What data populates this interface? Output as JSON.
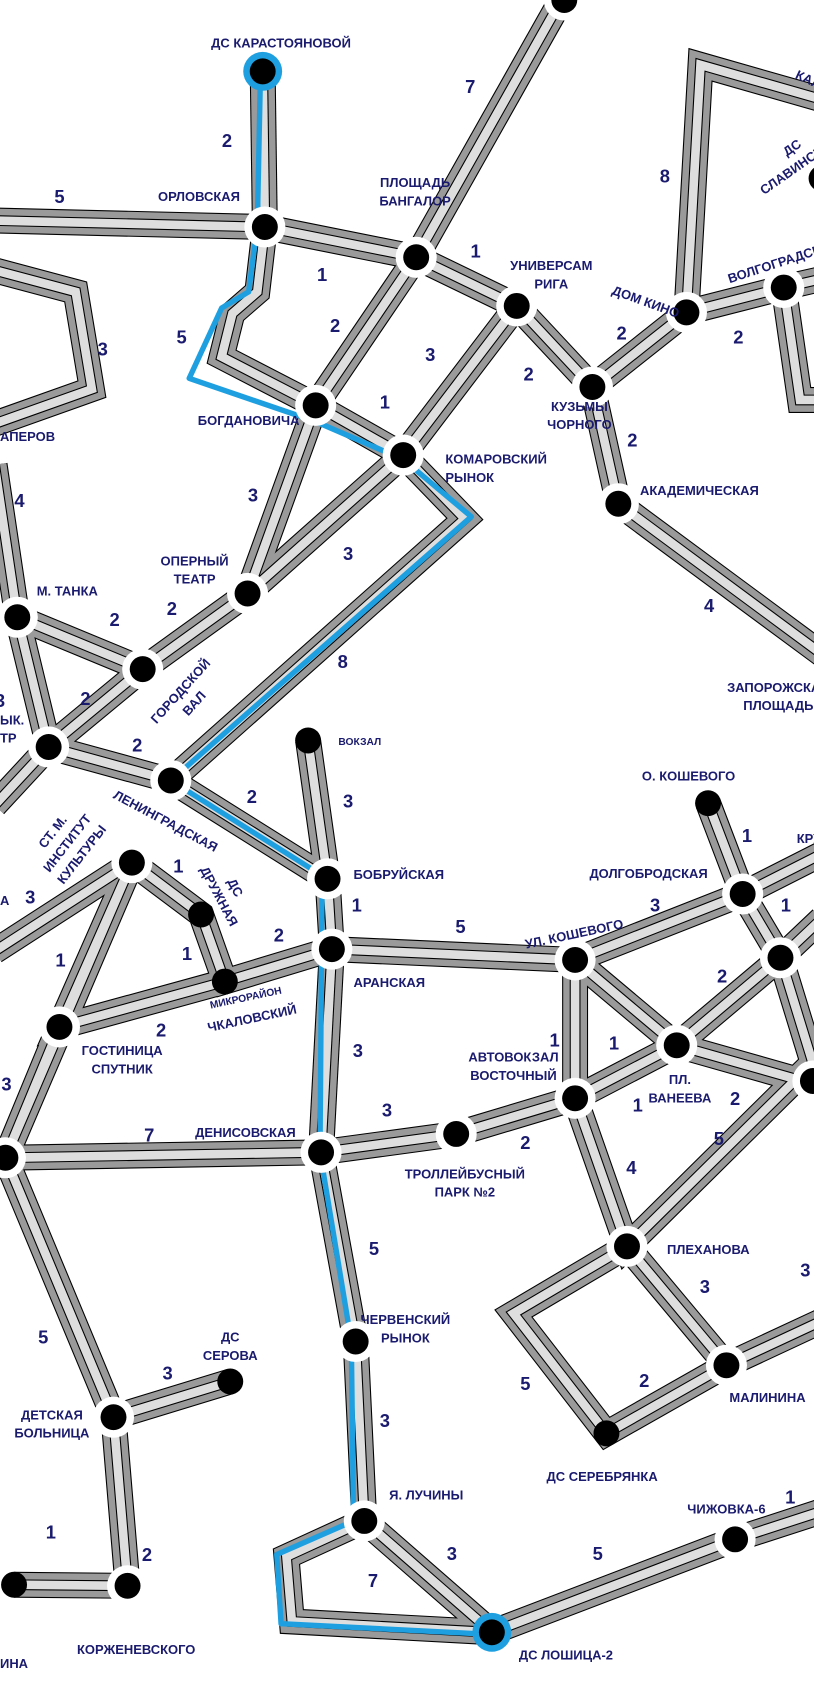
{
  "colors": {
    "route_highlight": "#1ea0e0",
    "road_outer": "#9a9a9a",
    "road_inner": "#dedede",
    "text": "#1a1a6e",
    "station": "#000000"
  },
  "stations": {
    "karastoyanovoy": [
      "ДС КАРАСТОЯНОВОЙ"
    ],
    "orlovskaya": [
      "ОРЛОВСКАЯ"
    ],
    "bangalor": [
      "ПЛОЩАДЬ",
      "БАНГАЛОР"
    ],
    "riga": [
      "УНИВЕРСАМ",
      "РИГА"
    ],
    "bogdanovicha": [
      "БОГДАНОВИЧА"
    ],
    "komarovsky": [
      "КОМАРОВСКИЙ",
      "РЫНОК"
    ],
    "chornogo": [
      "КУЗЬМЫ",
      "ЧОРНОГО"
    ],
    "akademicheskaya": [
      "АКАДЕМИЧЕСКАЯ"
    ],
    "domkino": [
      "ДОМ КИНО"
    ],
    "volgogradskaya": [
      "ВОЛГОГРАДСКАЯ"
    ],
    "slavinskogo": [
      "ДС",
      "СЛАВИНСКОГО"
    ],
    "kal": [
      "КАЛ"
    ],
    "saperov": [
      "АПЕРОВ"
    ],
    "opera": [
      "ОПЕРНЫЙ",
      "ТЕАТР"
    ],
    "tanka": [
      "М. ТАНКА"
    ],
    "gorval": [
      "ГОРОДСКОЙ",
      "ВАЛ"
    ],
    "muzteatr": [
      "ЫК.",
      "ТР"
    ],
    "leningradskaya": [
      "ЛЕНИНГРАДСКАЯ"
    ],
    "vokzal": [
      "ВОКЗАЛ"
    ],
    "bobruiskaya": [
      "БОБРУЙСКАЯ"
    ],
    "institut": [
      "СТ. М.",
      "ИНСТИТУТ",
      "КУЛЬТУРЫ"
    ],
    "druzhnaya": [
      "ДС",
      "ДРУЖНАЯ"
    ],
    "chkalovsky_top": [
      "МИКРОРАЙОН"
    ],
    "chkalovsky": [
      "ЧКАЛОВСКИЙ"
    ],
    "aranskaya": [
      "АРАНСКАЯ"
    ],
    "ulkoshevogo": [
      "УЛ. КОШЕВОГО"
    ],
    "okoshevogo": [
      "О. КОШЕВОГО"
    ],
    "dolgobrodskaya": [
      "ДОЛГОБРОДСКАЯ"
    ],
    "kru": [
      "КРУ"
    ],
    "zaporozh": [
      "ЗАПОРОЖСКАЯ",
      "ПЛОЩАДЬ"
    ],
    "sputnik": [
      "ГОСТИНИЦА",
      "СПУТНИК"
    ],
    "leftA": [
      "А"
    ],
    "avtovokzal": [
      "АВТОВОКЗАЛ",
      "ВОСТОЧНЫЙ"
    ],
    "vaneeva": [
      "ПЛ.",
      "ВАНЕЕВА"
    ],
    "denisovskaya": [
      "ДЕНИСОВСКАЯ"
    ],
    "park2": [
      "ТРОЛЛЕЙБУСНЫЙ",
      "ПАРК №2"
    ],
    "plekhanova": [
      "ПЛЕХАНОВА"
    ],
    "chervensky": [
      "ЧЕРВЕНСКИЙ",
      "РЫНОК"
    ],
    "serova": [
      "ДС",
      "СЕРОВА"
    ],
    "detskaya": [
      "ДЕТСКАЯ",
      "БОЛЬНИЦА"
    ],
    "malinina": [
      "МАЛИНИНА"
    ],
    "serebryanka": [
      "ДС СЕРЕБРЯНКА"
    ],
    "luchiny": [
      "Я. ЛУЧИНЫ"
    ],
    "chizhovka": [
      "ЧИЖОВКА-6"
    ],
    "korzhenevskogo": [
      "КОРЖЕНЕВСКОГО"
    ],
    "ina": [
      "ИНА"
    ],
    "loshitsa": [
      "ДС ЛОШИЦА-2"
    ]
  },
  "segment_times": [
    "7",
    "2",
    "5",
    "1",
    "1",
    "2",
    "3",
    "5",
    "1",
    "2",
    "2",
    "2",
    "2",
    "8",
    "3",
    "4",
    "3",
    "3",
    "2",
    "2",
    "4",
    "8",
    "2",
    "2",
    "2",
    "3",
    "1",
    "1",
    "3",
    "2",
    "5",
    "1",
    "1",
    "2",
    "1",
    "3",
    "1",
    "2",
    "1",
    "1",
    "1",
    "2",
    "3",
    "3",
    "3",
    "2",
    "7",
    "5",
    "4",
    "5",
    "3",
    "3",
    "5",
    "3",
    "5",
    "2",
    "3",
    "2",
    "1",
    "3",
    "5",
    "1",
    "7",
    "3"
  ]
}
